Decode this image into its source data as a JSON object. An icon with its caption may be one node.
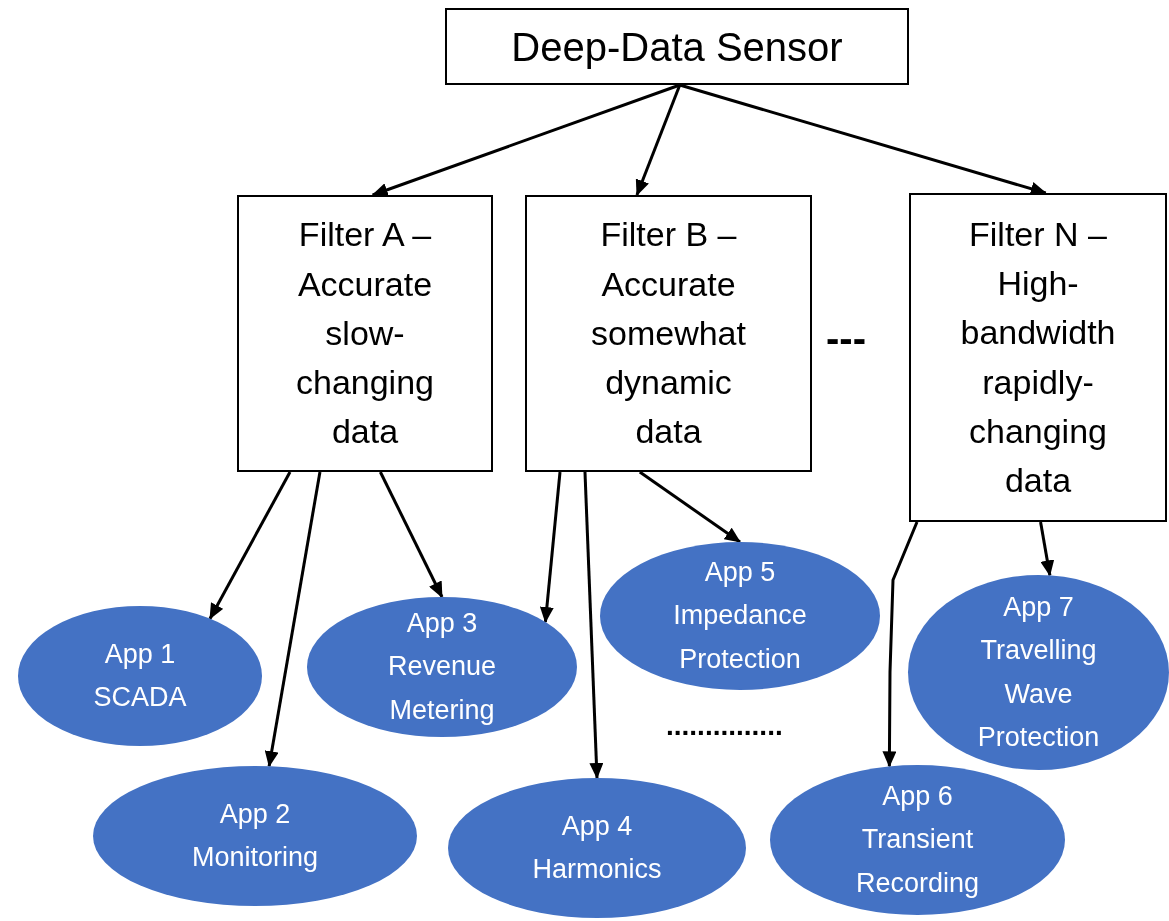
{
  "diagram": {
    "nodes": [
      {
        "text": [
          "Deep-Data Sensor"
        ]
      },
      {
        "text": [
          "Filter A – Accurate slow-changing data"
        ]
      },
      {
        "text": [
          "Filter B – Accurate somewhat dynamic data"
        ]
      },
      {
        "text": [
          "Filter N – High-bandwidth rapidly-changing data"
        ]
      },
      {
        "text": [
          "App 1 SCADA"
        ]
      },
      {
        "text": [
          "App 2 Monitoring"
        ]
      },
      {
        "text": [
          "App 3 Revenue Metering"
        ]
      },
      {
        "text": [
          "App 4 Harmonics"
        ]
      },
      {
        "text": [
          "App 5 Impedance Protection"
        ]
      },
      {
        "text": [
          "App 6 Transient Recording"
        ]
      },
      {
        "text": [
          "App 7 Travelling Wave Protection"
        ]
      }
    ],
    "edges": [
      {
        "from": 0,
        "to": 1,
        "arrow": "to"
      },
      {
        "from": 0,
        "to": 2,
        "arrow": "to"
      },
      {
        "from": 0,
        "to": 3,
        "arrow": "to"
      },
      {
        "from": 1,
        "to": 4,
        "arrow": "to"
      },
      {
        "from": 1,
        "to": 5,
        "arrow": "to"
      },
      {
        "from": 1,
        "to": 6,
        "arrow": "to"
      },
      {
        "from": 2,
        "to": 6,
        "arrow": "to"
      },
      {
        "from": 2,
        "to": 7,
        "arrow": "to"
      },
      {
        "from": 2,
        "to": 8,
        "arrow": "to"
      },
      {
        "from": 3,
        "to": 10,
        "arrow": "to"
      },
      {
        "from": 3,
        "to": 9,
        "arrow": "to"
      }
    ],
    "labels": [
      "---",
      "..............."
    ]
  }
}
